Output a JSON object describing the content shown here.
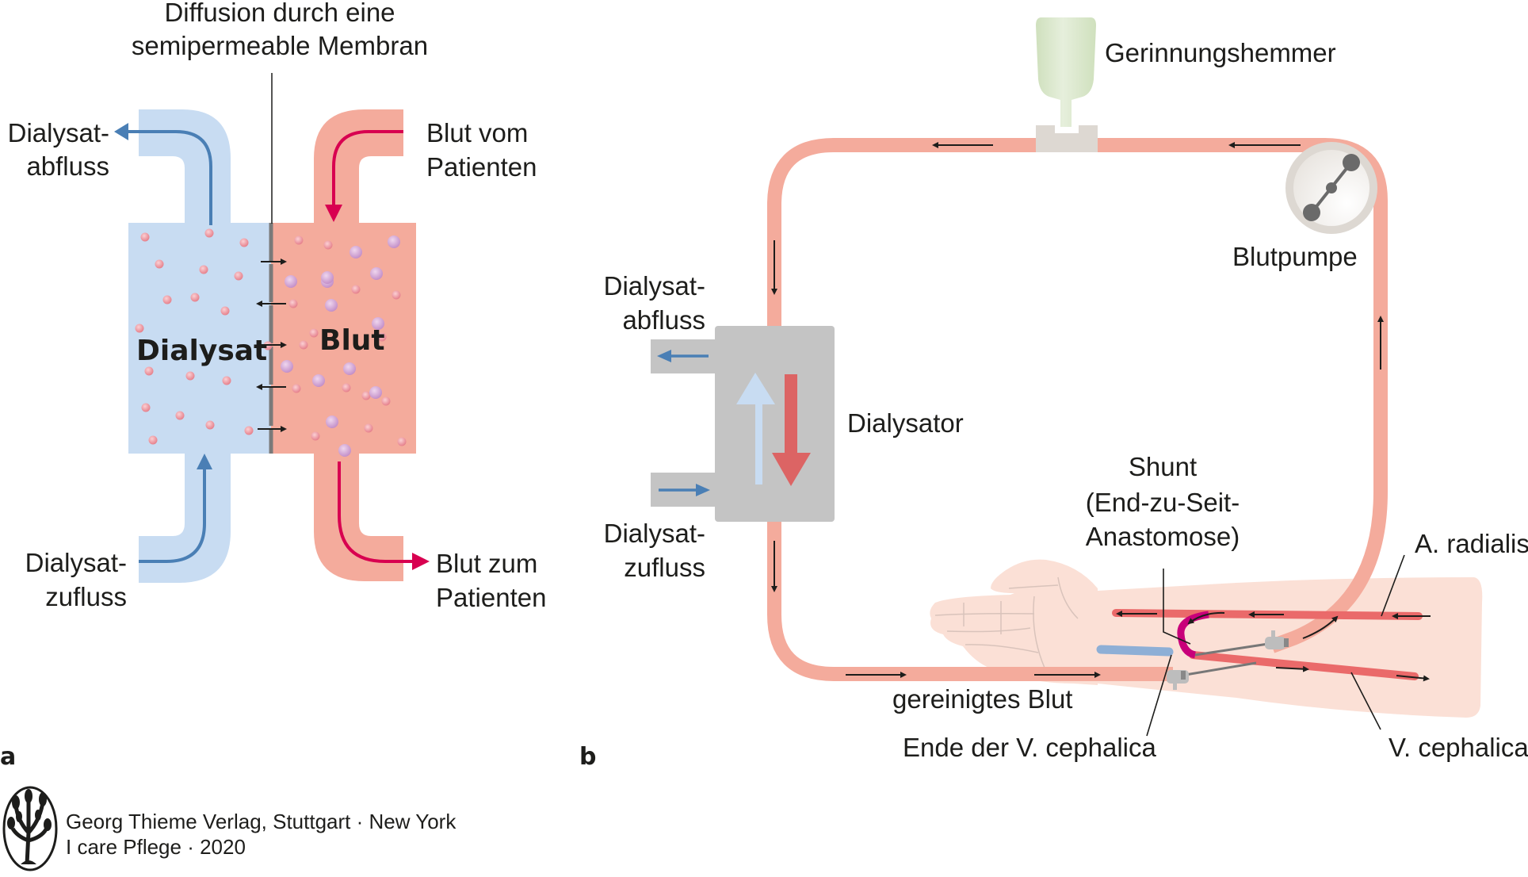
{
  "panel_a": {
    "letter": "a",
    "membrane_label": [
      "Diffusion durch eine",
      "semipermeable Membran"
    ],
    "dialysate_label": "Dialysat",
    "blood_label": "Blut",
    "dialysate_outflow": [
      "Dialysat-",
      "abfluss"
    ],
    "dialysate_inflow": [
      "Dialysat-",
      "zufluss"
    ],
    "blood_from_patient": [
      "Blut vom",
      "Patienten"
    ],
    "blood_to_patient": [
      "Blut zum",
      "Patienten"
    ]
  },
  "panel_b": {
    "letter": "b",
    "anticoagulant": "Gerinnungshemmer",
    "blood_pump": "Blutpumpe",
    "dialyzer": "Dialysator",
    "dialysate_outflow": [
      "Dialysat-",
      "abfluss"
    ],
    "dialysate_inflow": [
      "Dialysat-",
      "zufluss"
    ],
    "shunt": [
      "Shunt",
      "(End-zu-Seit-",
      "Anastomose)"
    ],
    "radial_artery": "A. radialis",
    "cephalic_vein": "V. cephalica",
    "cephalic_vein_end": "Ende der V. cephalica",
    "purified_blood": "gereinigtes Blut"
  },
  "footer": {
    "publisher": "Georg Thieme Verlag, Stuttgart · New York",
    "book": "I care Pflege · 2020",
    "logo_icon": "tree-logo-icon"
  },
  "colors": {
    "dialysate": "#c8dcf2",
    "blood": "#f4ab9c",
    "dialysate_arrow": "#4a7fb5",
    "blood_arrow": "#d80050",
    "membrane": "#7a7a7a",
    "dialyzer_body": "#c4c4c4",
    "skin": "#fbe0d6",
    "vessel": "#ea6a6a",
    "shunt": "#c8007a",
    "anticoagulant": "#cfe0bd",
    "pump_ring": "#ddd8d2"
  }
}
